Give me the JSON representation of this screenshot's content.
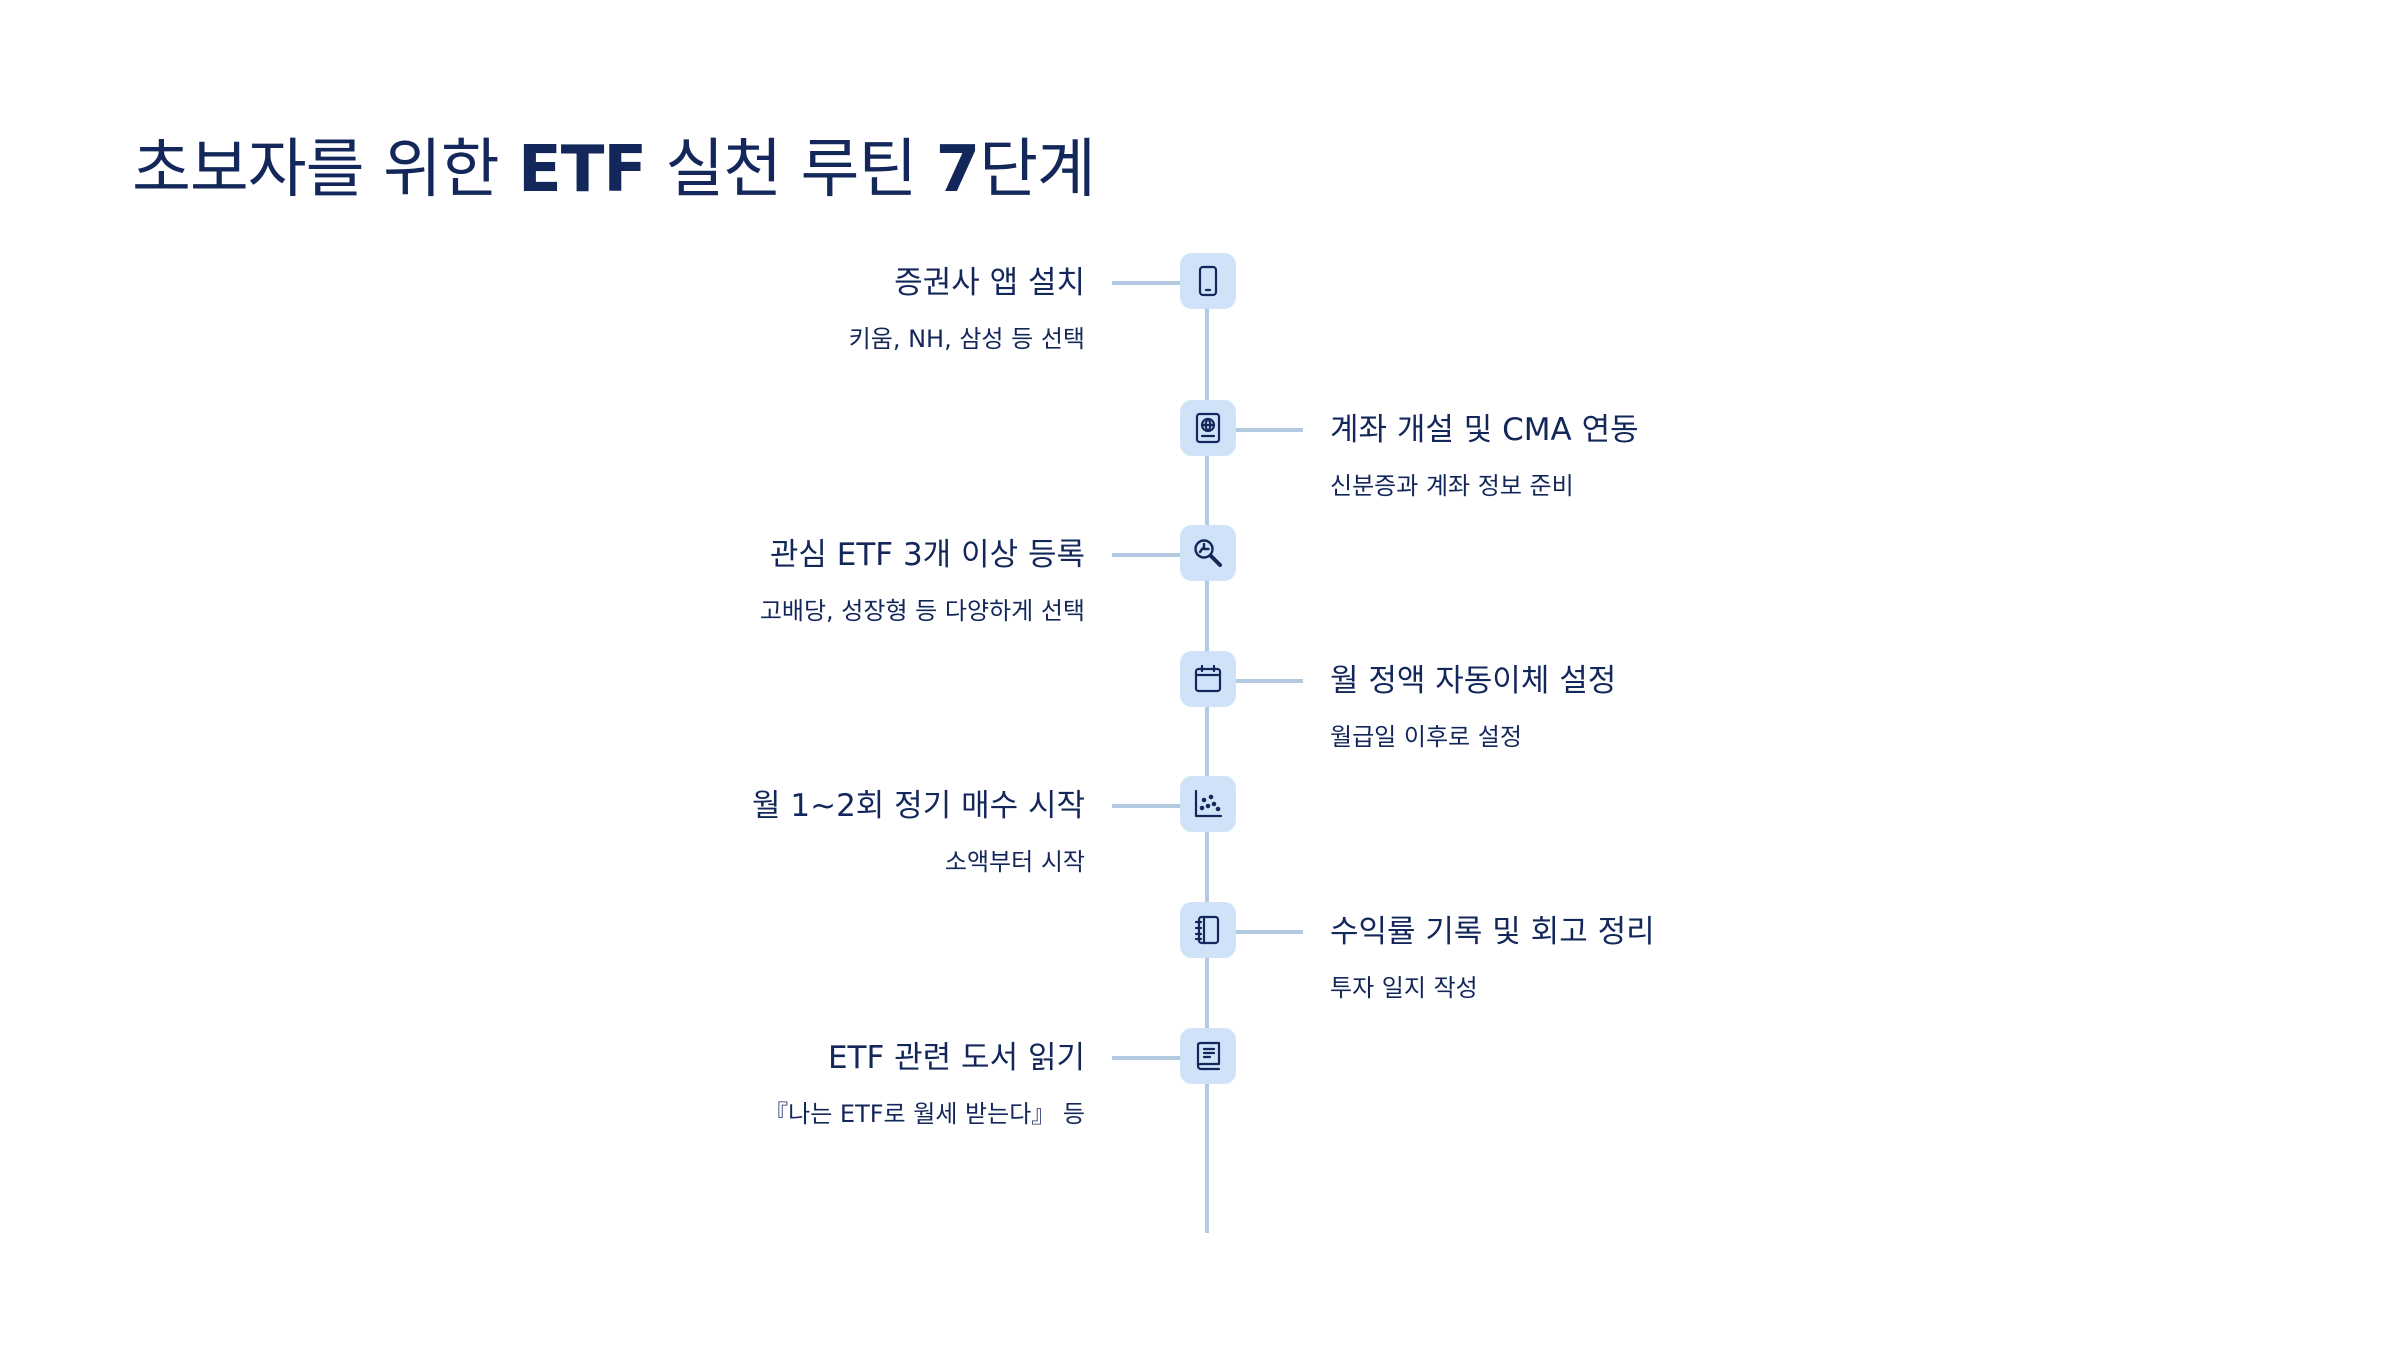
{
  "title": {
    "part1": "초보자를 위한 ",
    "part2": "ETF",
    "part3": " 실천 루틴 ",
    "part4": "7",
    "part5": "단계"
  },
  "steps": [
    {
      "title": "증권사 앱 설치",
      "desc": "키움, NH, 삼성 등 선택",
      "icon": "smartphone-icon",
      "side": "left"
    },
    {
      "title": "계좌 개설 및 CMA 연동",
      "desc": "신분증과 계좌 정보 준비",
      "icon": "passport-icon",
      "side": "right"
    },
    {
      "title": "관심 ETF 3개 이상 등록",
      "desc": "고배당, 성장형 등 다양하게 선택",
      "icon": "search-analysis-icon",
      "side": "left"
    },
    {
      "title": "월 정액 자동이체 설정",
      "desc": "월급일 이후로 설정",
      "icon": "calendar-icon",
      "side": "right"
    },
    {
      "title": "월 1~2회 정기 매수 시작",
      "desc": "소액부터 시작",
      "icon": "scatter-chart-icon",
      "side": "left"
    },
    {
      "title": "수익률 기록 및 회고 정리",
      "desc": "투자 일지 작성",
      "icon": "notebook-icon",
      "side": "right"
    },
    {
      "title": "ETF 관련 도서 읽기",
      "desc": "『나는 ETF로 월세 받는다』 등",
      "icon": "book-icon",
      "side": "left"
    }
  ],
  "colors": {
    "text": "#13275a",
    "line": "#b4cae3",
    "icon_bg": "#cfe2f8"
  }
}
